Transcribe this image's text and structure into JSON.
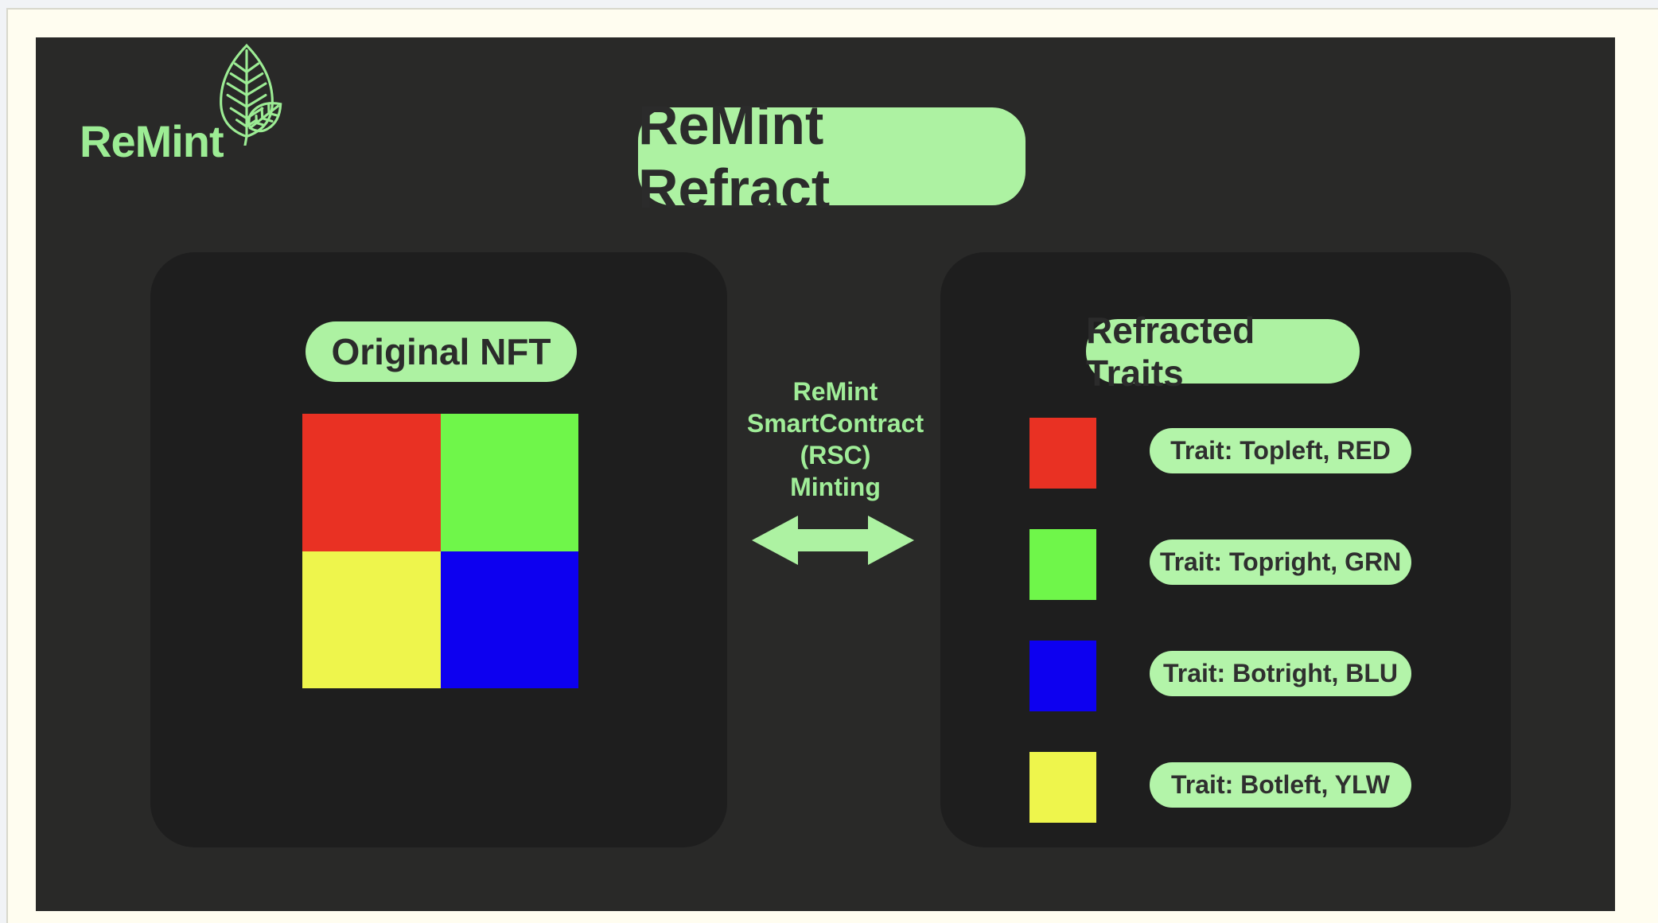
{
  "brand": {
    "name": "ReMint"
  },
  "header": {
    "title": "ReMint Refract"
  },
  "left_panel": {
    "label": "Original NFT",
    "quadrants": [
      {
        "name": "topleft",
        "color": "#e93123"
      },
      {
        "name": "topright",
        "color": "#6ff64a"
      },
      {
        "name": "botleft",
        "color": "#eef54c"
      },
      {
        "name": "botright",
        "color": "#0d00f0"
      }
    ]
  },
  "middle": {
    "caption_lines": [
      "ReMint",
      "SmartContract",
      "(RSC)",
      "Minting"
    ]
  },
  "right_panel": {
    "label": "Refracted Traits",
    "traits": [
      {
        "color": "#e93123",
        "label": "Trait: Topleft, RED"
      },
      {
        "color": "#6ff64a",
        "label": "Trait: Topright, GRN"
      },
      {
        "color": "#0d00f0",
        "label": "Trait: Botright, BLU"
      },
      {
        "color": "#eef54c",
        "label": "Trait: Botleft, YLW"
      }
    ]
  },
  "colors": {
    "pill_green": "#adf2a2",
    "text_green": "#9cec94",
    "canvas_dark": "#292928",
    "panel_dark": "#1e1e1e",
    "card_cream": "#fffdf0"
  }
}
